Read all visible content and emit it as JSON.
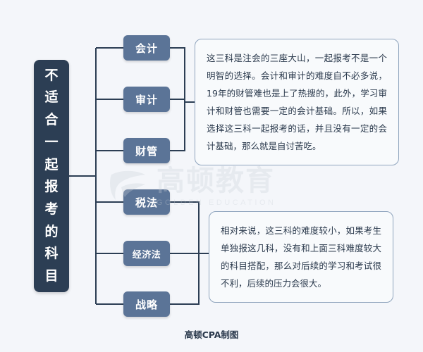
{
  "colors": {
    "background": "#f4f6fa",
    "title_box": "#2c3e54",
    "node": "#5b7497",
    "note_border": "#8fa4bd",
    "note_fill": "#f8fafc",
    "connector": "#2c3e54",
    "watermark": "#c9cfd6"
  },
  "title": {
    "chars": [
      "不",
      "适",
      "合",
      "一",
      "起",
      "报",
      "考",
      "的",
      "科",
      "目"
    ]
  },
  "nodes": [
    {
      "label": "会计"
    },
    {
      "label": "审计"
    },
    {
      "label": "财管"
    },
    {
      "label": "税法"
    },
    {
      "label": "经济法"
    },
    {
      "label": "战略"
    }
  ],
  "notes": {
    "top": "这三科是注会的三座大山，一起报考不是一个明智的选择。会计和审计的难度自不必多说，19年的财管难也是上了热搜的，此外，学习审计和财管也需要一定的会计基础。所以，如果选择这三科一起报考的话，并且没有一定的会计基础，那么就是自讨苦吃。",
    "bottom": "相对来说，这三科的难度较小，如果考生单独报这几科，没有和上面三科难度较大的科目搭配，那么对后续的学习和考试很不利，后续的压力会很大。"
  },
  "watermark": {
    "cn": "高顿教育",
    "en": "GOLDEN EDUCATION"
  },
  "footer": {
    "caption": "高顿CPA制图"
  }
}
